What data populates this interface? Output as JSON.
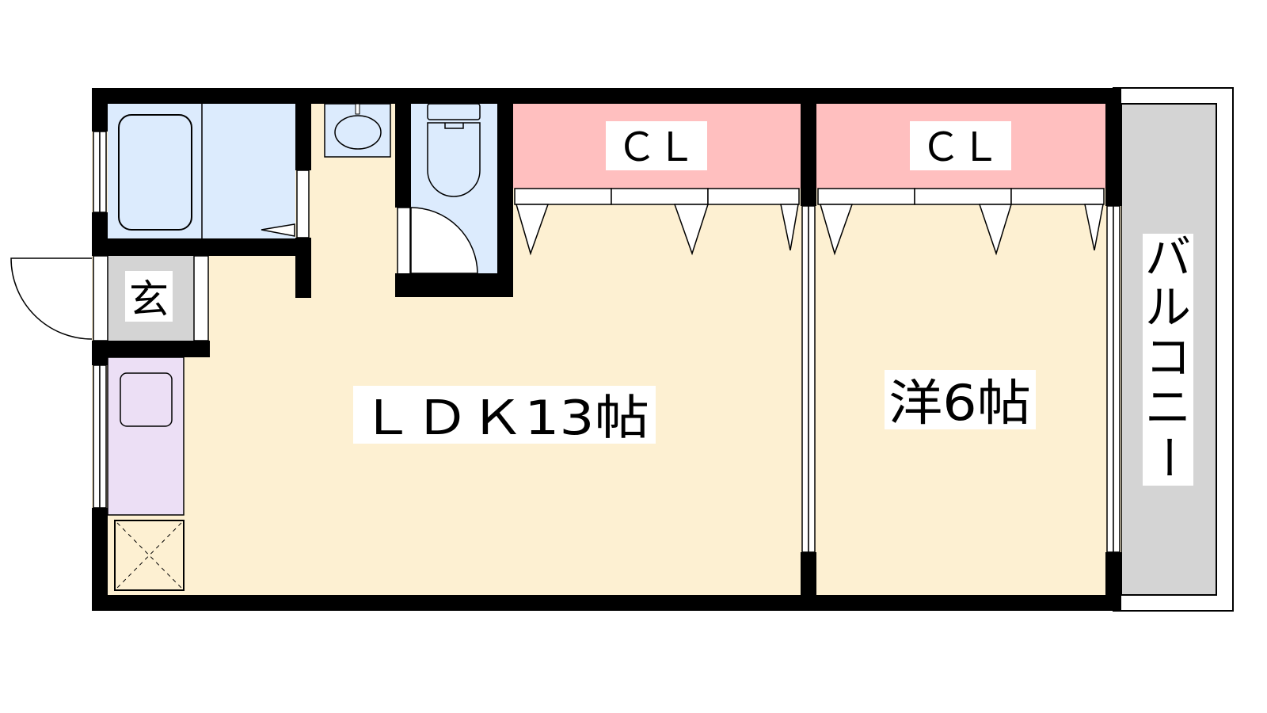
{
  "floorplan": {
    "rooms": {
      "ldk": "ＬＤＫ13帖",
      "western": "洋6帖",
      "closet1": "ＣＬ",
      "closet2": "ＣＬ",
      "entrance": "玄",
      "balcony": [
        "バ",
        "ル",
        "コ",
        "ニ",
        "ー"
      ]
    },
    "colors": {
      "floor": "#fdf0d2",
      "wet_area": "#dcebfd",
      "closet": "#ffbfbf",
      "kitchen": "#ecdff5",
      "entrance": "#d4d4d4",
      "balcony": "#d4d4d4",
      "wall": "#000000"
    }
  }
}
